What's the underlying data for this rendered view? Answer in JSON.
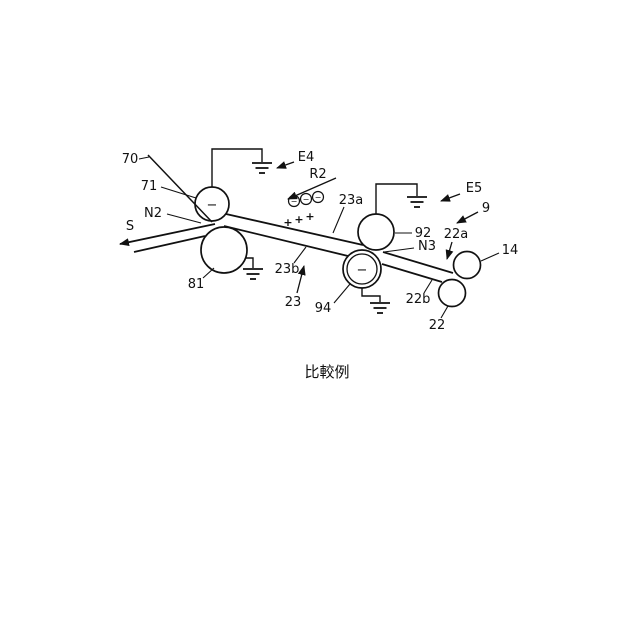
{
  "figure": {
    "caption": "比較例",
    "colors": {
      "line": "#111111",
      "background": "#ffffff"
    },
    "symbols": {
      "minus": "−",
      "plus": "+"
    },
    "labels": {
      "guide70": "70",
      "roller71": "71",
      "nip_n2": "N2",
      "sheet_s": "S",
      "roller81": "81",
      "bias_e4": "E4",
      "region_r2": "R2",
      "guide23a": "23a",
      "guide23": "23",
      "guide23b": "23b",
      "roller92": "92",
      "roller94": "94",
      "nip_n3": "N3",
      "bias_e5": "E5",
      "unit9": "9",
      "guide22a": "22a",
      "guide22b": "22b",
      "roller22": "22",
      "roller14": "14"
    }
  }
}
